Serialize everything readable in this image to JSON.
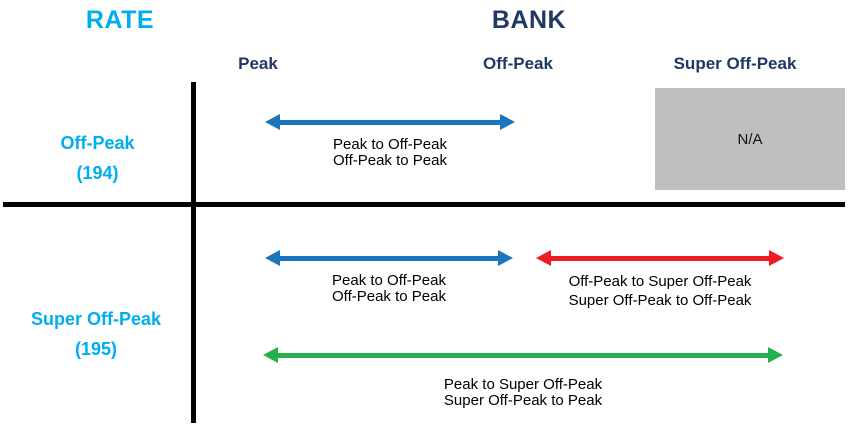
{
  "titles": {
    "rate": "RATE",
    "bank": "BANK"
  },
  "columns": [
    {
      "label": "Peak"
    },
    {
      "label": "Off-Peak"
    },
    {
      "label": "Super Off-Peak"
    }
  ],
  "rows": [
    {
      "label": "Off-Peak",
      "code": "(194)"
    },
    {
      "label": "Super Off-Peak",
      "code": "(195)"
    }
  ],
  "arrows": [
    {
      "id": "row1-peak-offpeak",
      "color": "#1B75BC",
      "line1": "Peak to Off-Peak",
      "line2": "Off-Peak to Peak"
    },
    {
      "id": "row2-peak-offpeak",
      "color": "#1B75BC",
      "line1": "Peak to Off-Peak",
      "line2": "Off-Peak to Peak"
    },
    {
      "id": "row2-offpeak-superoffpeak",
      "color": "#ED1C24",
      "line1": "Off-Peak to Super Off-Peak",
      "line2": "Super Off-Peak to Off-Peak"
    },
    {
      "id": "row2-peak-superoffpeak",
      "color": "#22B14C",
      "line1": "Peak to Super Off-Peak",
      "line2": "Super Off-Peak to Peak"
    }
  ],
  "na_cell": {
    "label": "N/A",
    "background": "#BFBFBF"
  },
  "colors": {
    "rate_accent": "#00AEEF",
    "bank_accent": "#1F3864",
    "grid_line": "#000000"
  }
}
